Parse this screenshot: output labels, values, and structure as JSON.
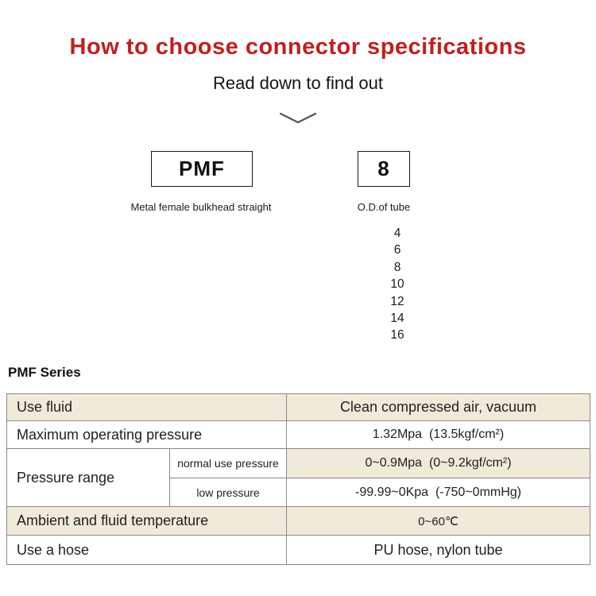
{
  "header": {
    "title": "How to choose connector specifications",
    "subtitle": "Read down to find out"
  },
  "selector": {
    "model_code": "PMF",
    "model_description": "Metal female bulkhead straight",
    "size_code": "8",
    "size_description": "O.D.of tube",
    "size_options": [
      "4",
      "6",
      "8",
      "10",
      "12",
      "14",
      "16"
    ]
  },
  "spec": {
    "heading": "PMF Series",
    "rows": {
      "use_fluid": {
        "label": "Use fluid",
        "value": "Clean compressed air, vacuum"
      },
      "max_pressure": {
        "label": "Maximum operating pressure",
        "value": "1.32Mpa  (13.5kgf/cm²)"
      },
      "pressure_range": {
        "label": "Pressure range",
        "normal": {
          "label": "normal use pressure",
          "value": "0~0.9Mpa  (0~9.2kgf/cm²)"
        },
        "low": {
          "label": "low pressure",
          "value": "-99.99~0Kpa  (-750~0mmHg)"
        }
      },
      "ambient_temp": {
        "label": "Ambient and fluid temperature",
        "value": "0~60℃"
      },
      "hose": {
        "label": "Use a hose",
        "value": "PU hose, nylon tube"
      }
    }
  },
  "colors": {
    "title_red": "#c41e1e",
    "row_beige": "#f2ead8",
    "table_border": "#8a8a8a"
  }
}
